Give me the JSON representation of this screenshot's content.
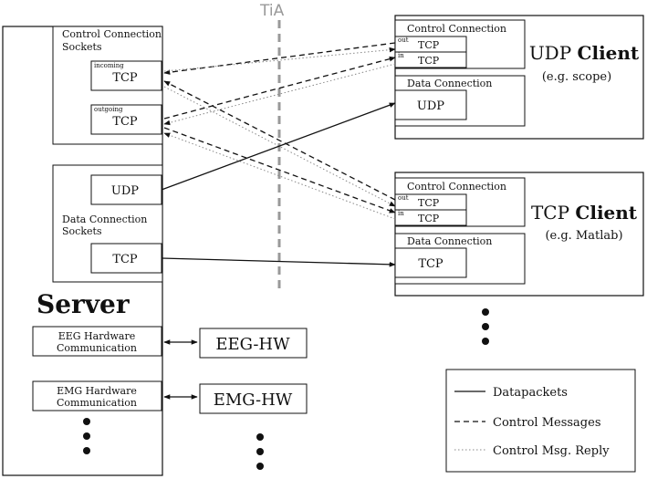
{
  "tia_label": "TiA",
  "server": {
    "title": "Server",
    "control_sockets_label": [
      "Control Connection",
      "Sockets"
    ],
    "incoming_tag": "incoming",
    "outgoing_tag": "outgoing",
    "tcp_label": "TCP",
    "udp_label": "UDP",
    "data_sockets_label": [
      "Data Connection",
      "Sockets"
    ],
    "eeg_comm": [
      "EEG Hardware",
      "Communication"
    ],
    "emg_comm": [
      "EMG Hardware",
      "Communication"
    ]
  },
  "hardware": {
    "eeg": "EEG-HW",
    "emg": "EMG-HW"
  },
  "udp_client": {
    "title_prefix": "UDP",
    "title_bold": "Client",
    "subtitle": "(e.g. scope)",
    "control_label": "Control Connection",
    "out_tag": "out",
    "in_tag": "in",
    "tcp_label": "TCP",
    "data_label": "Data Connection",
    "data_socket": "UDP"
  },
  "tcp_client": {
    "title_prefix": "TCP",
    "title_bold": "Client",
    "subtitle": "(e.g. Matlab)",
    "control_label": "Control Connection",
    "out_tag": "out",
    "in_tag": "in",
    "tcp_label": "TCP",
    "data_label": "Data Connection",
    "data_socket": "TCP"
  },
  "legend": {
    "items": [
      {
        "label": "Datapackets",
        "style": "solid"
      },
      {
        "label": "Control Messages",
        "style": "dashed"
      },
      {
        "label": "Control Msg. Reply",
        "style": "dotted"
      }
    ]
  },
  "colors": {
    "line": "#111111",
    "tia": "#999999",
    "dotted": "#888888"
  }
}
